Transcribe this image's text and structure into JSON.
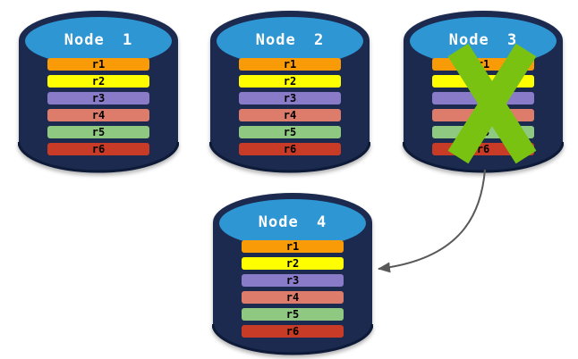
{
  "diagram": {
    "description": "Four database nodes each holding replicas r1-r6; Node 3 is crossed out as failed and an arrow shows its data moving to Node 4",
    "colors": {
      "cylinder_body": "#1B2A4E",
      "cylinder_top": "#2E96D3",
      "cylinder_rim": "#0E1B38",
      "failure_x": "#7AC212",
      "arrow": "#595959",
      "title_text": "#FFFFFF",
      "bar_text": "#000000",
      "background": "#FFFFFF"
    },
    "nodes": [
      {
        "id": "node-1",
        "title": "Node 1",
        "status": "active",
        "replicas": [
          {
            "label": "r1",
            "color": "#F99B06"
          },
          {
            "label": "r2",
            "color": "#FEFE00"
          },
          {
            "label": "r3",
            "color": "#8A7BC8"
          },
          {
            "label": "r4",
            "color": "#DE7C6B"
          },
          {
            "label": "r5",
            "color": "#8FC981"
          },
          {
            "label": "r6",
            "color": "#C83C27"
          }
        ]
      },
      {
        "id": "node-2",
        "title": "Node 2",
        "status": "active",
        "replicas": [
          {
            "label": "r1",
            "color": "#F99B06"
          },
          {
            "label": "r2",
            "color": "#FEFE00"
          },
          {
            "label": "r3",
            "color": "#8A7BC8"
          },
          {
            "label": "r4",
            "color": "#DE7C6B"
          },
          {
            "label": "r5",
            "color": "#8FC981"
          },
          {
            "label": "r6",
            "color": "#C83C27"
          }
        ]
      },
      {
        "id": "node-3",
        "title": "Node 3",
        "status": "failed",
        "failure_mark": "green-x",
        "replicas": [
          {
            "label": "r1",
            "color": "#F99B06"
          },
          {
            "label": "r2",
            "color": "#FEFE00"
          },
          {
            "label": "r3",
            "color": "#8A7BC8"
          },
          {
            "label": "r4",
            "color": "#DE7C6B"
          },
          {
            "label": "r5",
            "color": "#8FC981"
          },
          {
            "label": "r6",
            "color": "#C83C27"
          }
        ]
      },
      {
        "id": "node-4",
        "title": "Node 4",
        "status": "active",
        "replicas": [
          {
            "label": "r1",
            "color": "#F99B06"
          },
          {
            "label": "r2",
            "color": "#FEFE00"
          },
          {
            "label": "r3",
            "color": "#8A7BC8"
          },
          {
            "label": "r4",
            "color": "#DE7C6B"
          },
          {
            "label": "r5",
            "color": "#8FC981"
          },
          {
            "label": "r6",
            "color": "#C83C27"
          }
        ]
      }
    ],
    "arrow": {
      "from": "node-3",
      "to": "node-4"
    }
  }
}
